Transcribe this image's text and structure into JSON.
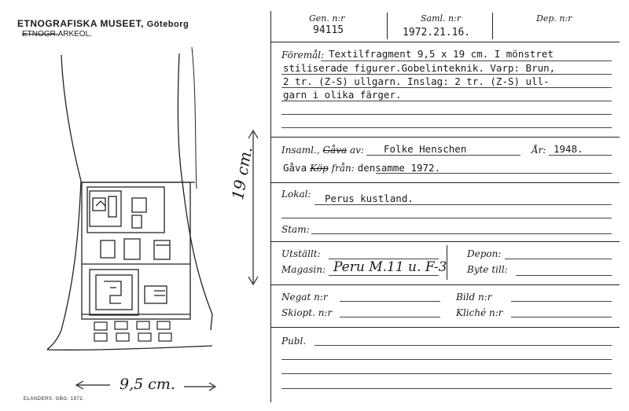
{
  "left": {
    "museum": "ETNOGRAFISKA MUSEET,",
    "city": "Göteborg",
    "struck_word": "ETNOGR.",
    "sub": "ARKEOL.",
    "printer": "ELANDERS. GBG. 1972.",
    "dim_height": "19 cm.",
    "dim_width": "9,5 cm."
  },
  "card": {
    "gen_label": "Gen. n:r",
    "gen_value": "94115",
    "saml_label": "Saml. n:r",
    "saml_value": "1972.21.16.",
    "dep_label": "Dep. n:r",
    "foremal_label": "Föremål:",
    "foremal_lines": [
      "Textilfragment 9,5 x 19 cm. I mönstret",
      "stiliserade figurer.Gobelinteknik. Varp: Brun,",
      "2 tr. (Z-S) ullgarn. Inslag: 2 tr. (Z-S) ull-",
      "garn i olika färger."
    ],
    "insaml_label_a": "Insaml.,",
    "insaml_struck": "Gåva",
    "insaml_label_b": "av:",
    "insaml_value": "Folke Henschen",
    "ar_label": "År:",
    "ar_value": "1948.",
    "gava_text": "Gåva",
    "kop_struck": "Köp",
    "fran_label": "från:",
    "fran_value": "densamme 1972.",
    "lokal_label": "Lokal:",
    "lokal_value": "Perus kustland.",
    "stam_label": "Stam:",
    "utstallt_label": "Utställt:",
    "depon_label": "Depon:",
    "magasin_label": "Magasin:",
    "magasin_value": "Peru M.11 u. F-3",
    "byte_label": "Byte till:",
    "negat_label": "Negat n:r",
    "bild_label": "Bild n:r",
    "skiopt_label": "Skiopt. n:r",
    "kliche_label": "Kliché n:r",
    "publ_label": "Publ."
  }
}
